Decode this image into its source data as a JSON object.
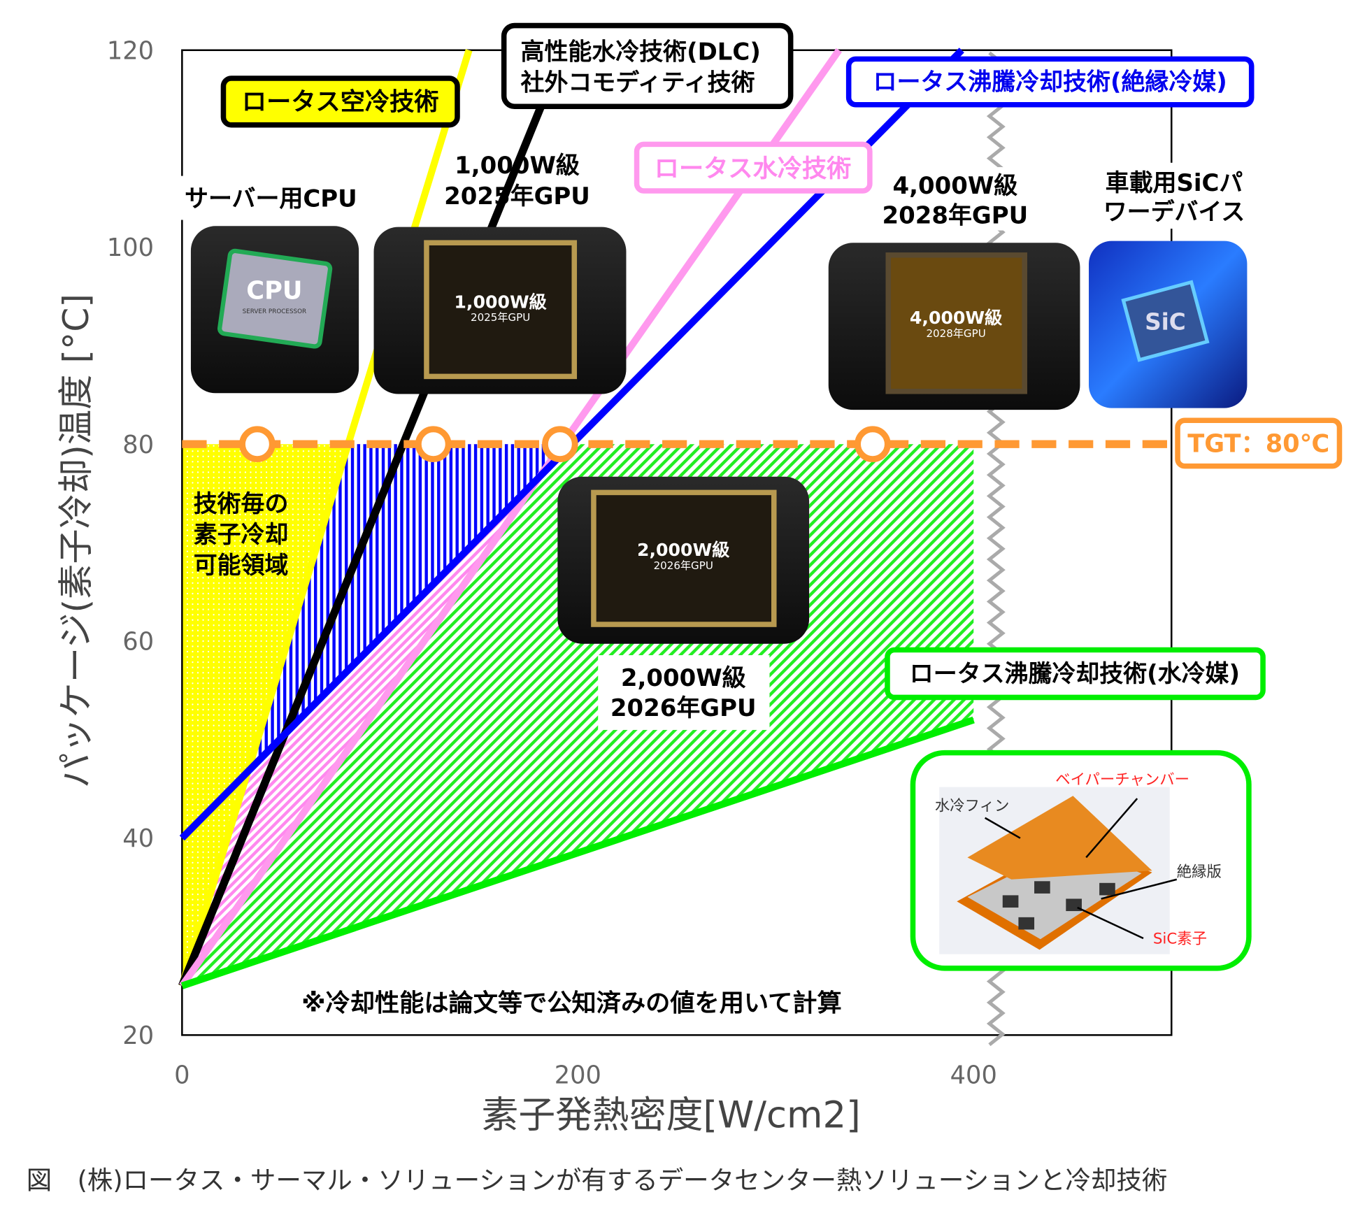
{
  "chart_data": {
    "type": "line",
    "xlabel": "素子発熱密度[W/cm2]",
    "ylabel": "パッケージ(素子冷却)温度 [°C]",
    "xlim": [
      0,
      500
    ],
    "ylim": [
      20,
      120
    ],
    "x_ticks": [
      "0",
      "200",
      "400"
    ],
    "y_ticks": [
      "20",
      "40",
      "60",
      "80",
      "100",
      "120"
    ],
    "grid": false,
    "series": [
      {
        "name": "ロータス空冷技術",
        "color": "#ffff00",
        "x": [
          0,
          145
        ],
        "y": [
          25,
          120
        ]
      },
      {
        "name": "高性能水冷技術(DLC) 社外コモディティ技術",
        "color": "#000000",
        "x": [
          0,
          193
        ],
        "y": [
          25,
          120
        ]
      },
      {
        "name": "ロータス水冷技術",
        "color": "#ff99ee",
        "x": [
          0,
          332
        ],
        "y": [
          25,
          120
        ]
      },
      {
        "name": "ロータス沸騰冷却技術(絶縁冷媒)",
        "color": "#0000ff",
        "x": [
          0,
          394
        ],
        "y": [
          40,
          120
        ]
      },
      {
        "name": "ロータス沸騰冷却技術(水冷媒)",
        "color": "#00ee00",
        "x": [
          0,
          400
        ],
        "y": [
          25,
          52
        ]
      }
    ],
    "target_line": {
      "label": "TGT：80℃",
      "y": 80,
      "color": "#ff9933"
    },
    "target_markers_x": [
      38,
      127,
      191,
      349
    ],
    "devices": [
      {
        "label": "サーバー用CPU",
        "image_text": "CPU",
        "image_sub": "SERVER PROCESSOR"
      },
      {
        "label_lines": [
          "1,000W級",
          "2025年GPU"
        ],
        "image_text": "1,000W級",
        "image_sub": "2025年GPU"
      },
      {
        "label_lines": [
          "2,000W級",
          "2026年GPU"
        ],
        "image_text": "2,000W級",
        "image_sub": "2026年GPU"
      },
      {
        "label_lines": [
          "4,000W級",
          "2028年GPU"
        ],
        "image_text": "4,000W級",
        "image_sub": "2028年GPU"
      },
      {
        "label_lines": [
          "車載用SiCパ",
          "ワーデバイス"
        ],
        "image_text": "SiC"
      }
    ],
    "region_label": [
      "技術毎の",
      "素子冷却",
      "可能領域"
    ],
    "note": "※冷却性能は論文等で公知済みの値を用いて計算",
    "inset_labels": {
      "fin": "水冷フィン",
      "vapor": "ベイパーチャンバー",
      "insulator": "絶縁版",
      "sic": "SiC素子"
    }
  },
  "caption": "図　(株)ロータス・サーマル・ソリューションが有するデータセンター熱ソリューションと冷却技術"
}
